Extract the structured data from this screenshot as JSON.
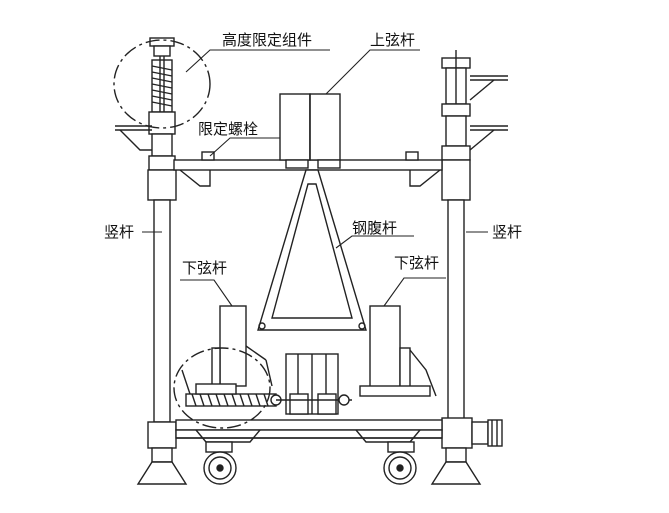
{
  "labels": {
    "height_limit_assembly": "高度限定组件",
    "upper_chord": "上弦杆",
    "limit_bolt": "限定螺栓",
    "vertical_left": "竖杆",
    "vertical_right": "竖杆",
    "steel_web": "钢腹杆",
    "lower_chord_left": "下弦杆",
    "lower_chord_right": "下弦杆"
  }
}
